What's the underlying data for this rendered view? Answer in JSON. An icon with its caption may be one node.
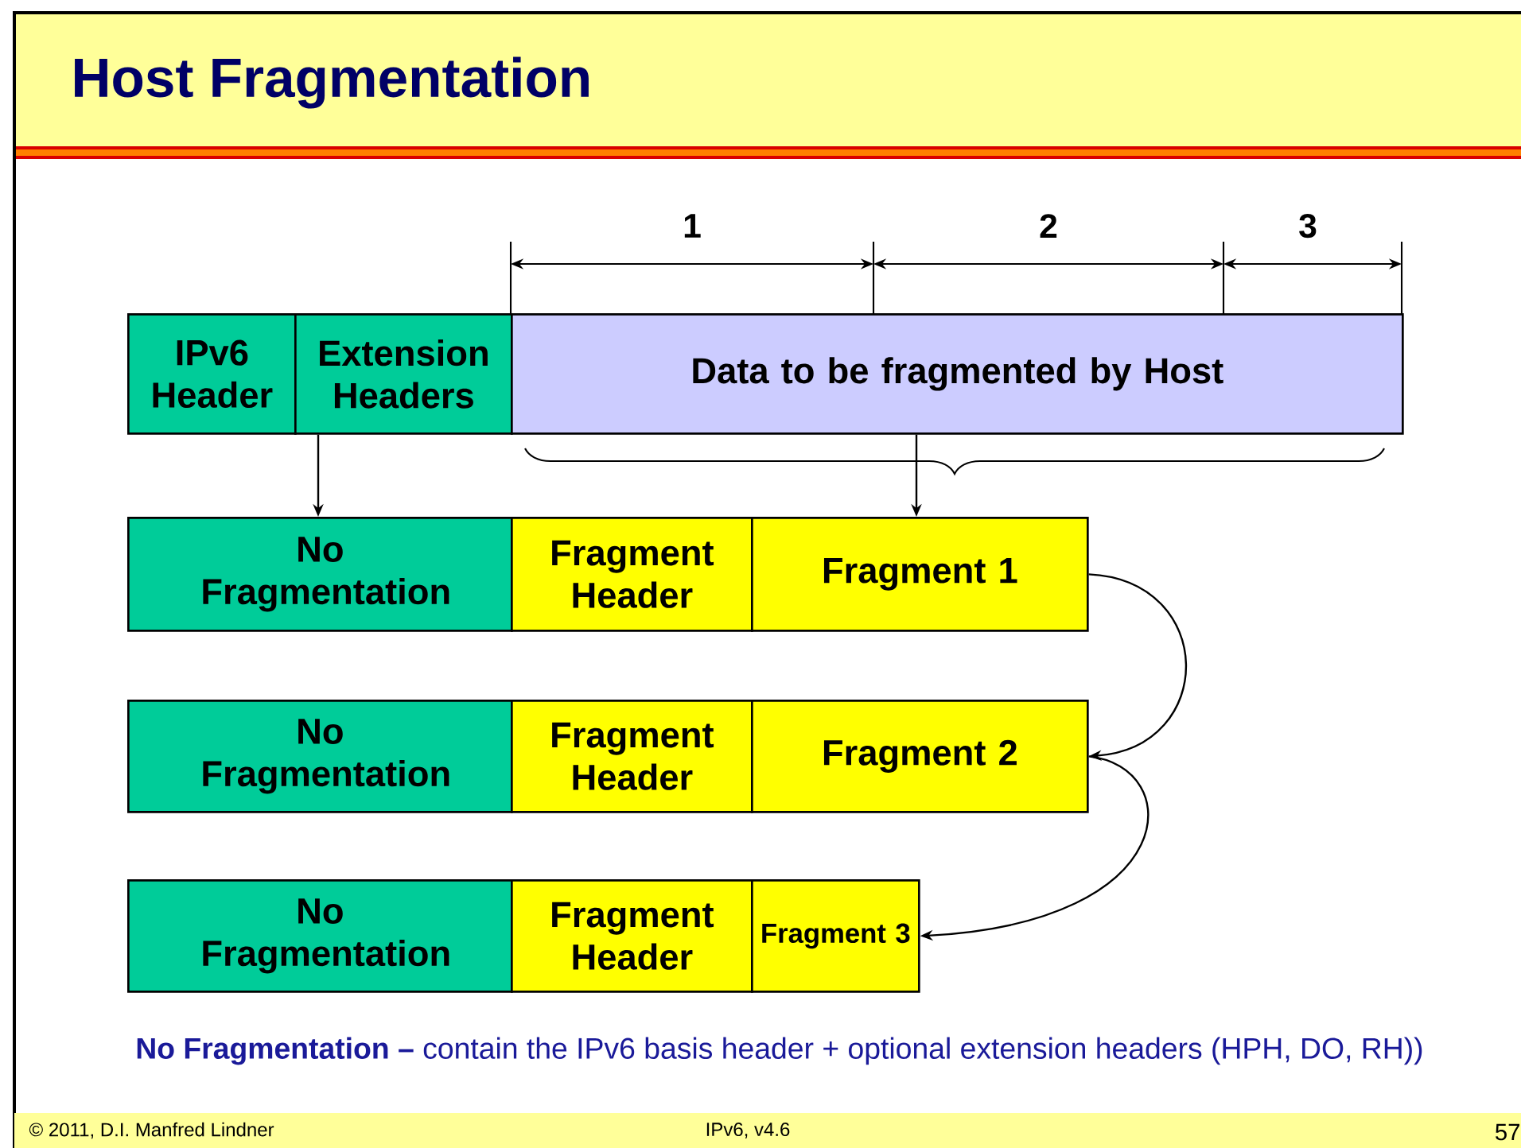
{
  "diagram": {
    "title": "Host Fragmentation",
    "nodes": [
      {
        "text": [
          "IPv6 Header"
        ]
      },
      {
        "text": [
          "Extension Headers"
        ]
      },
      {
        "text": [
          "Data to be fragmented by Host"
        ]
      },
      {
        "text": [
          "No Fragmentation"
        ]
      },
      {
        "text": [
          "Fragment Header"
        ]
      },
      {
        "text": [
          "Fragment 1"
        ]
      },
      {
        "text": [
          "No Fragmentation"
        ]
      },
      {
        "text": [
          "Fragment Header"
        ]
      },
      {
        "text": [
          "Fragment 2"
        ]
      },
      {
        "text": [
          "No Fragmentation"
        ]
      },
      {
        "text": [
          "Fragment Header"
        ]
      },
      {
        "text": [
          "Fragment 3"
        ]
      }
    ],
    "edges": [
      {
        "from": 1,
        "to": 3,
        "arrow": "to"
      },
      {
        "from": 2,
        "to": 5,
        "arrow": "to"
      },
      {
        "from": 5,
        "to": 8,
        "arrow": "to"
      },
      {
        "from": 8,
        "to": 11,
        "arrow": "to"
      }
    ],
    "labels": [
      "1",
      "2",
      "3",
      "**No Fragmentation –** contain the IPv6 basis header + optional extension headers (HPH, DO, RH))",
      "© 2011, D.I. Manfred Lindner",
      "IPv6, v4.6",
      "57"
    ]
  }
}
